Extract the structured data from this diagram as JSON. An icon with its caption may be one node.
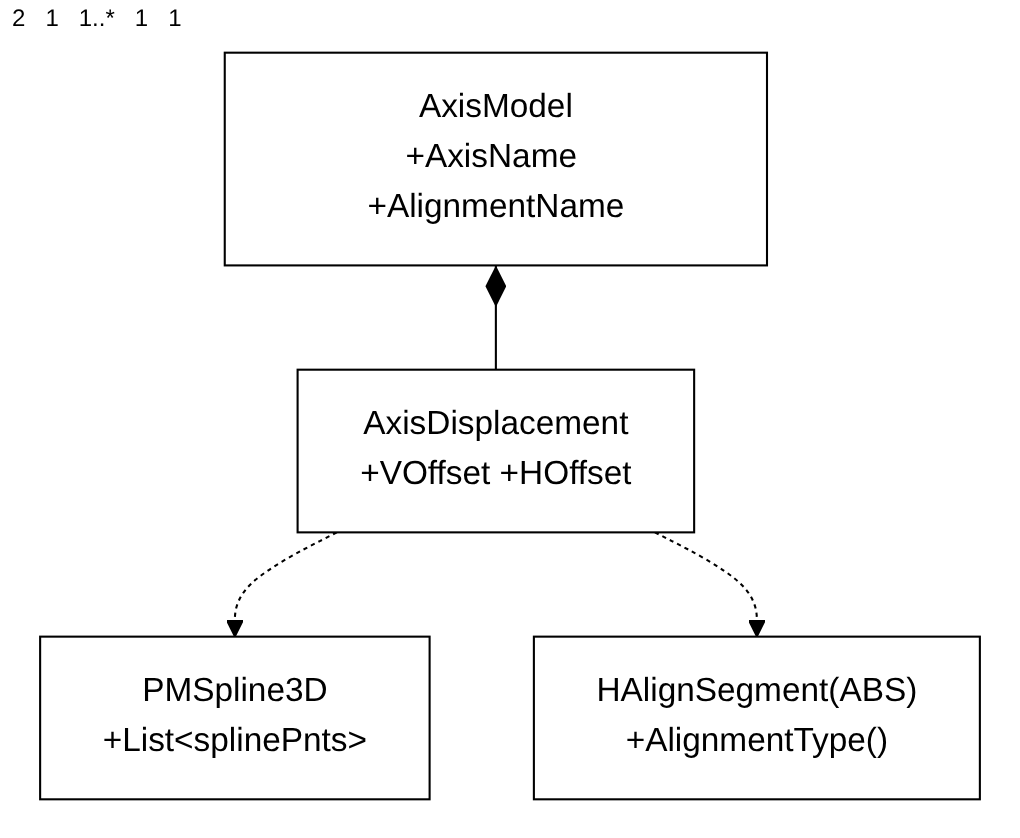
{
  "diagram": {
    "nodes": [
      {
        "text": [
          "PMSpline3D",
          "+List<splinePnts>"
        ]
      },
      {
        "text": [
          "AxisModel",
          "+AxisName +AlignmentName"
        ]
      },
      {
        "text": [
          "HAlignSegment(ABS)",
          "+AlignmentType()"
        ]
      },
      {
        "text": [
          "AxisDisplacement",
          "+VOffset +HOffset"
        ]
      }
    ],
    "edges": [
      {
        "from": 3,
        "to": 0,
        "arrow": "to",
        "style": "dashed"
      },
      {
        "from": 3,
        "to": 2,
        "arrow": "to",
        "style": "dashed"
      },
      {
        "from": 1,
        "to": 3,
        "arrow": "other"
      }
    ],
    "labels": [
      "2",
      "1",
      "1..*",
      "1",
      "1"
    ]
  }
}
